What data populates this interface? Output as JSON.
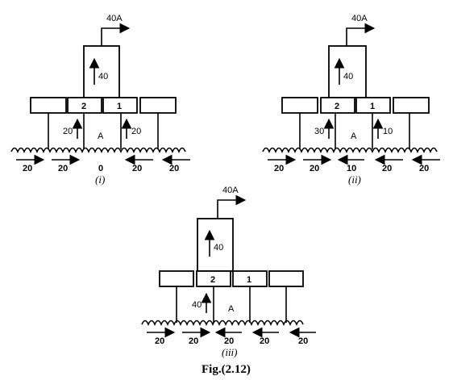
{
  "figure_caption": "Fig.(2.12)",
  "diagrams": [
    {
      "caption": "(i)",
      "output_current": "40A",
      "main_box_label": "40",
      "brush_labels": [
        "2",
        "1"
      ],
      "left_up_label": "20",
      "right_up_label": "20",
      "point_label": "A",
      "center_label": "0",
      "bottom_labels": [
        "20",
        "20",
        "20",
        "20"
      ],
      "bottom_arrow_dirs": [
        "right",
        "right",
        "left",
        "left"
      ]
    },
    {
      "caption": "(ii)",
      "output_current": "40A",
      "main_box_label": "40",
      "brush_labels": [
        "2",
        "1"
      ],
      "left_up_label": "30",
      "right_up_label": "10",
      "point_label": "A",
      "center_label": "10",
      "bottom_labels": [
        "20",
        "20",
        "20",
        "20"
      ],
      "bottom_arrow_dirs": [
        "right",
        "right",
        "left",
        "left"
      ],
      "center_arrow_dir": "left"
    },
    {
      "caption": "(iii)",
      "output_current": "40A",
      "main_box_label": "40",
      "brush_labels": [
        "2",
        "1"
      ],
      "left_up_label": "40",
      "point_label": "A",
      "bottom_labels": [
        "20",
        "20",
        "20",
        "20",
        "20"
      ],
      "bottom_arrow_dirs": [
        "right",
        "right",
        "left",
        "left",
        "left"
      ]
    }
  ]
}
